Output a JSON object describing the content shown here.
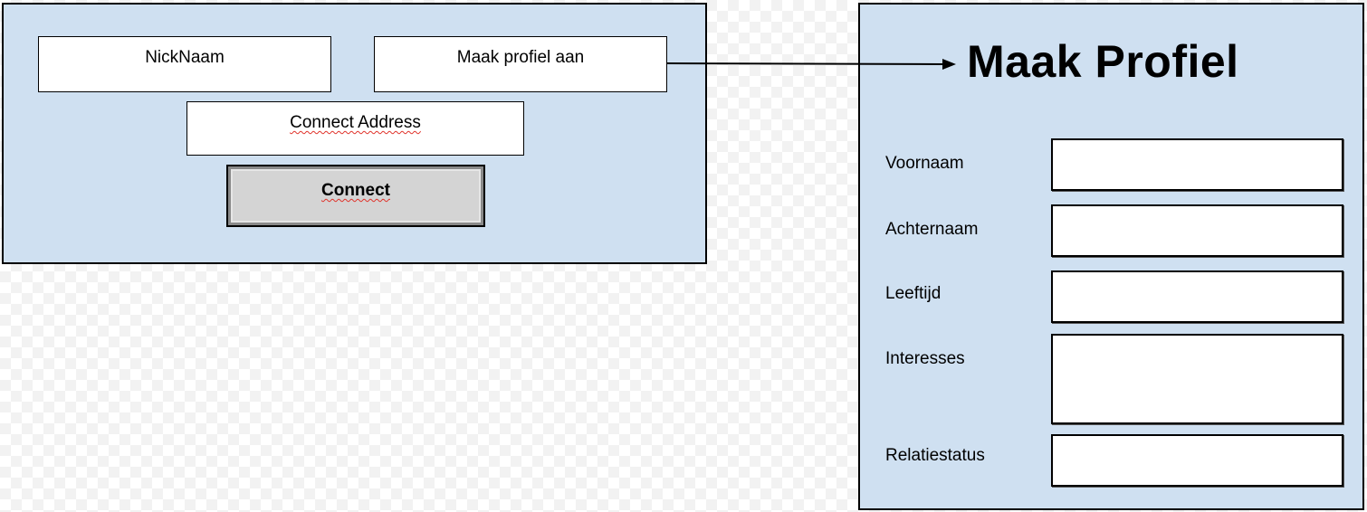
{
  "login": {
    "nickname_label": "NickNaam",
    "create_profile_label": "Maak profiel aan",
    "connect_address_label": "Connect Address",
    "connect_button_label": "Connect"
  },
  "profile": {
    "title": "Maak Profiel",
    "fields": [
      {
        "label": "Voornaam"
      },
      {
        "label": "Achternaam"
      },
      {
        "label": "Leeftijd"
      },
      {
        "label": "Interesses"
      },
      {
        "label": "Relatiestatus"
      }
    ]
  },
  "colors": {
    "panel_background": "#cfe0f1",
    "button_background": "#d4d4d4"
  }
}
